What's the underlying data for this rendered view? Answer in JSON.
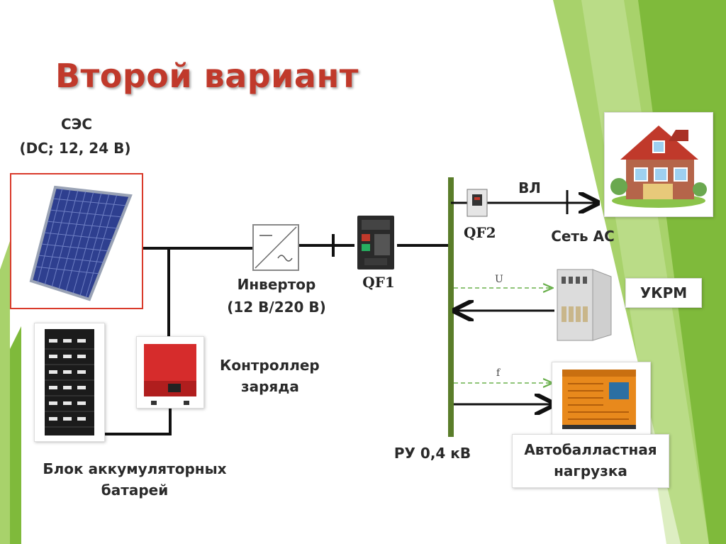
{
  "slide": {
    "title": "Второй вариант"
  },
  "ses": {
    "name": "СЭС",
    "spec": "(DC; 12, 24 В)"
  },
  "inverter": {
    "name": "Инвертор",
    "spec": "(12 В/220 В)"
  },
  "controller": {
    "line1": "Контроллер",
    "line2": "заряда"
  },
  "battery": {
    "line1": "Блок аккумуляторных",
    "line2": "батарей"
  },
  "breakers": {
    "qf1": "QF1",
    "qf2": "QF2"
  },
  "bus": {
    "label": "РУ 0,4 кВ"
  },
  "grid": {
    "line": "ВЛ",
    "network": "Сеть АС"
  },
  "ukrm": {
    "label": "УКРМ",
    "signal": "U"
  },
  "load": {
    "line1": "Автобалластная",
    "line2": "нагрузка",
    "signal": "f"
  },
  "colors": {
    "title": "#c0392b",
    "bus": "#5a7d2a",
    "signal": "#6ab04c",
    "green_decor": "#8cc63f"
  }
}
